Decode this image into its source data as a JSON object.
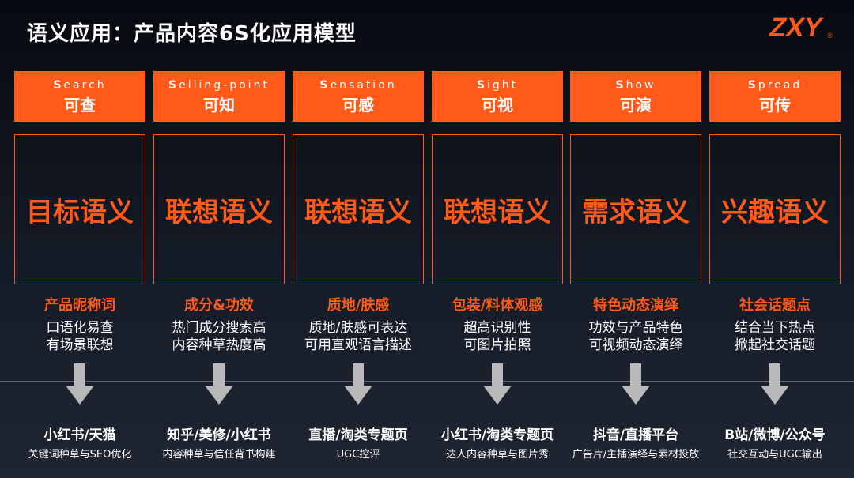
{
  "title": "语义应用：产品内容6S化应用模型",
  "logo": {
    "text": "ZXY",
    "mark": "®",
    "color": "#ff5a1a"
  },
  "colors": {
    "accent": "#ff5a1a",
    "text": "#ffffff",
    "arrow": "#b9b9b9"
  },
  "columns": [
    {
      "en": "Search",
      "cn": "可查",
      "big": "目标语义",
      "sub": "产品昵称词",
      "desc": [
        "口语化易查",
        "有场景联想"
      ],
      "platform": "小红书/天猫",
      "platform_desc": "关键词种草与SEO优化"
    },
    {
      "en": "Selling-point",
      "cn": "可知",
      "big": "联想语义",
      "sub": "成分&功效",
      "desc": [
        "热门成分搜索高",
        "内容种草热度高"
      ],
      "platform": "知乎/美修/小红书",
      "platform_desc": "内容种草与信任背书构建"
    },
    {
      "en": "Sensation",
      "cn": "可感",
      "big": "联想语义",
      "sub": "质地/肤感",
      "desc": [
        "质地/肤感可表达",
        "可用直观语言描述"
      ],
      "platform": "直播/淘类专题页",
      "platform_desc": "UGC控评"
    },
    {
      "en": "Sight",
      "cn": "可视",
      "big": "联想语义",
      "sub": "包装/料体观感",
      "desc": [
        "超高识别性",
        "可图片拍照"
      ],
      "platform": "小红书/淘类专题页",
      "platform_desc": "达人内容种草与图片秀"
    },
    {
      "en": "Show",
      "cn": "可演",
      "big": "需求语义",
      "sub": "特色动态演绎",
      "desc": [
        "功效与产品特色",
        "可视频动态演绎"
      ],
      "platform": "抖音/直播平台",
      "platform_desc": "广告片/主播演绎与素材投放"
    },
    {
      "en": "Spread",
      "cn": "可传",
      "big": "兴趣语义",
      "sub": "社会话题点",
      "desc": [
        "结合当下热点",
        "掀起社交话题"
      ],
      "platform": "B站/微博/公众号",
      "platform_desc": "社交互动与UGC输出"
    }
  ]
}
